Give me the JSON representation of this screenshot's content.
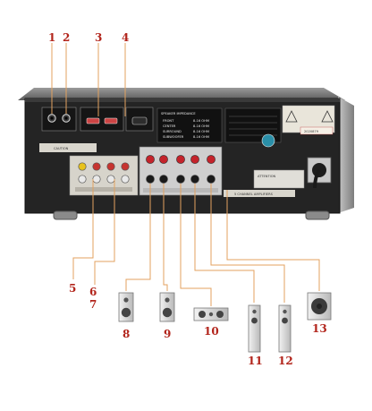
{
  "callouts": [
    {
      "id": "1"
    },
    {
      "id": "2"
    },
    {
      "id": "3"
    },
    {
      "id": "4"
    },
    {
      "id": "5"
    },
    {
      "id": "6"
    },
    {
      "id": "7"
    },
    {
      "id": "8"
    },
    {
      "id": "9"
    },
    {
      "id": "10"
    },
    {
      "id": "11"
    },
    {
      "id": "12"
    },
    {
      "id": "13"
    }
  ],
  "panel_text": {
    "caution": "CAUTION",
    "speaker_impedance": "SPEAKER IMPEDANCE",
    "front": "FRONT",
    "center": "CENTER",
    "surround": "SURROUND",
    "subwoofer": "SUBWOOFER",
    "ohm_1": "8-16 OHM",
    "ohm_2": "8-16 OHM",
    "ohm_3": "8-16 OHM",
    "ohm_4": "8-16 OHM",
    "attention": "ATTENTION",
    "channel_amplifiers": "5 CHANNEL AMPLIFIERS",
    "serial": "2020879"
  },
  "colors": {
    "callout": "#b2241b",
    "leader": "#e3a25f",
    "chassis": "#222222",
    "binding_red": "#c4232b",
    "binding_black": "#1a1a1a",
    "rca_yellow": "#e8c21b",
    "rca_red": "#c7342f",
    "rca_white": "#e9e9e9"
  }
}
